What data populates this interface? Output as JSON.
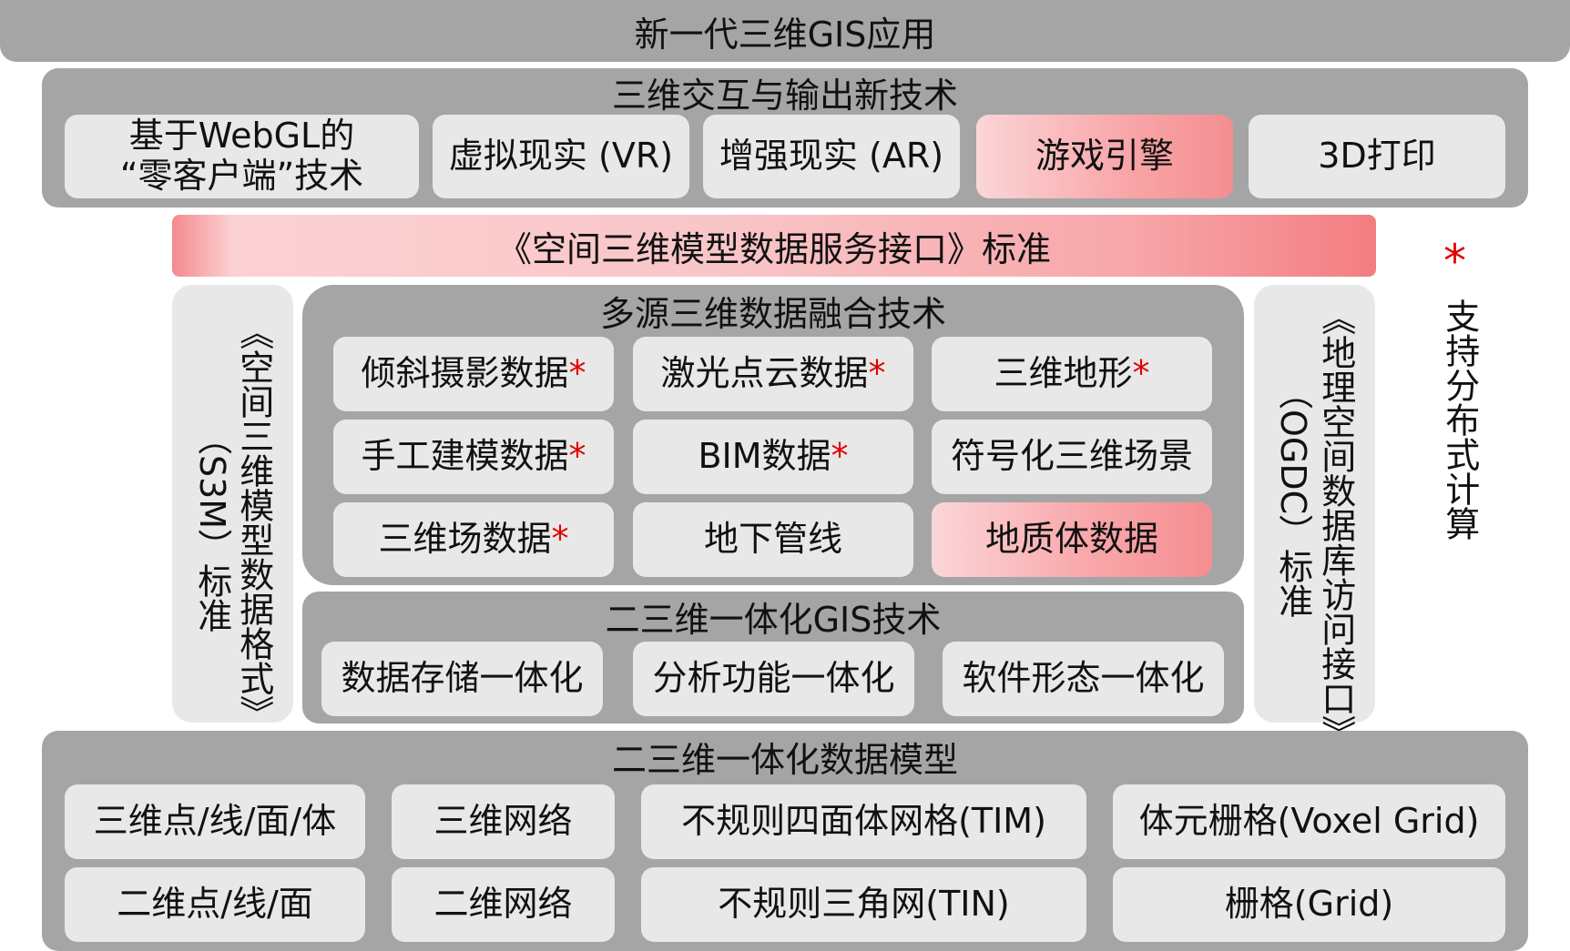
{
  "top_banner": "新一代三维GIS应用",
  "interaction": {
    "title": "三维交互与输出新技术",
    "items": [
      {
        "line1": "基于WebGL的",
        "line2": "“零客户端”技术"
      },
      {
        "label": "虚拟现实 (VR)"
      },
      {
        "label": "增强现实 (AR)"
      },
      {
        "label": "游戏引擎"
      },
      {
        "label": "3D打印"
      }
    ]
  },
  "standard_banner": "《空间三维模型数据服务接口》标准",
  "left_standard": {
    "col1": "《空间三维模型数据格式》",
    "col2": "（S3M）标准"
  },
  "right_standard": {
    "col1": "《地理空间数据库访问接口》",
    "col2": "（OGDC）标准"
  },
  "fusion": {
    "title": "多源三维数据融合技术",
    "cells": [
      {
        "label": "倾斜摄影数据",
        "mark": "*"
      },
      {
        "label": "激光点云数据",
        "mark": "*"
      },
      {
        "label": "三维地形",
        "mark": "*"
      },
      {
        "label": "手工建模数据",
        "mark": "*"
      },
      {
        "label": "BIM数据",
        "mark": "*"
      },
      {
        "label": "符号化三维场景",
        "mark": ""
      },
      {
        "label": "三维场数据",
        "mark": "*"
      },
      {
        "label": "地下管线",
        "mark": ""
      },
      {
        "label": "地质体数据",
        "mark": ""
      }
    ]
  },
  "integration": {
    "title": "二三维一体化GIS技术",
    "items": [
      "数据存储一体化",
      "分析功能一体化",
      "软件形态一体化"
    ]
  },
  "data_model": {
    "title": "二三维一体化数据模型",
    "row1": [
      "三维点/线/面/体",
      "三维网络",
      "不规则四面体网格(TIM)",
      "体元栅格(Voxel Grid)"
    ],
    "row2": [
      "二维点/线/面",
      "二维网络",
      "不规则三角网(TIN)",
      "栅格(Grid)"
    ]
  },
  "legend": {
    "mark": "*",
    "text": "支持分布式计算"
  },
  "colors": {
    "panel": "#a5a5a5",
    "cell": "#e8e8e8",
    "accent": "#e00000",
    "highlight": "#f48e91"
  }
}
